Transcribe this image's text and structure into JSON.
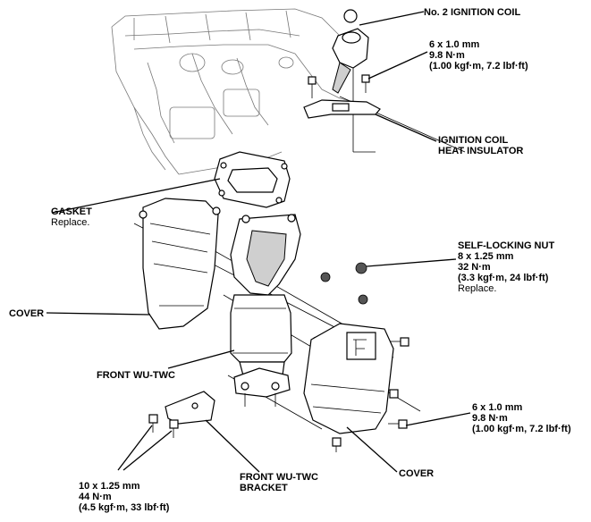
{
  "labels": {
    "ignition_coil": "No. 2 IGNITION COIL",
    "coil_bolt_spec": [
      "6 x 1.0 mm",
      "9.8 N·m",
      "(1.00 kgf·m, 7.2 lbf·ft)"
    ],
    "heat_insulator": [
      "IGNITION COIL",
      "HEAT INSULATOR"
    ],
    "gasket": "GASKET",
    "gasket_note": "Replace.",
    "self_locking_nut": [
      "SELF-LOCKING NUT",
      "8 x 1.25 mm",
      "32 N·m",
      "(3.3 kgf·m, 24 lbf·ft)"
    ],
    "nut_note": "Replace.",
    "cover_left": "COVER",
    "front_wu_twc": "FRONT WU-TWC",
    "cover_bolt_spec": [
      "6 x 1.0 mm",
      "9.8 N·m",
      "(1.00 kgf·m, 7.2 lbf·ft)"
    ],
    "bracket": [
      "FRONT WU-TWC",
      "BRACKET"
    ],
    "cover_bottom": "COVER",
    "bracket_bolt_spec": [
      "10 x 1.25 mm",
      "44 N·m",
      "(4.5 kgf·m, 33 lbf·ft)"
    ]
  }
}
